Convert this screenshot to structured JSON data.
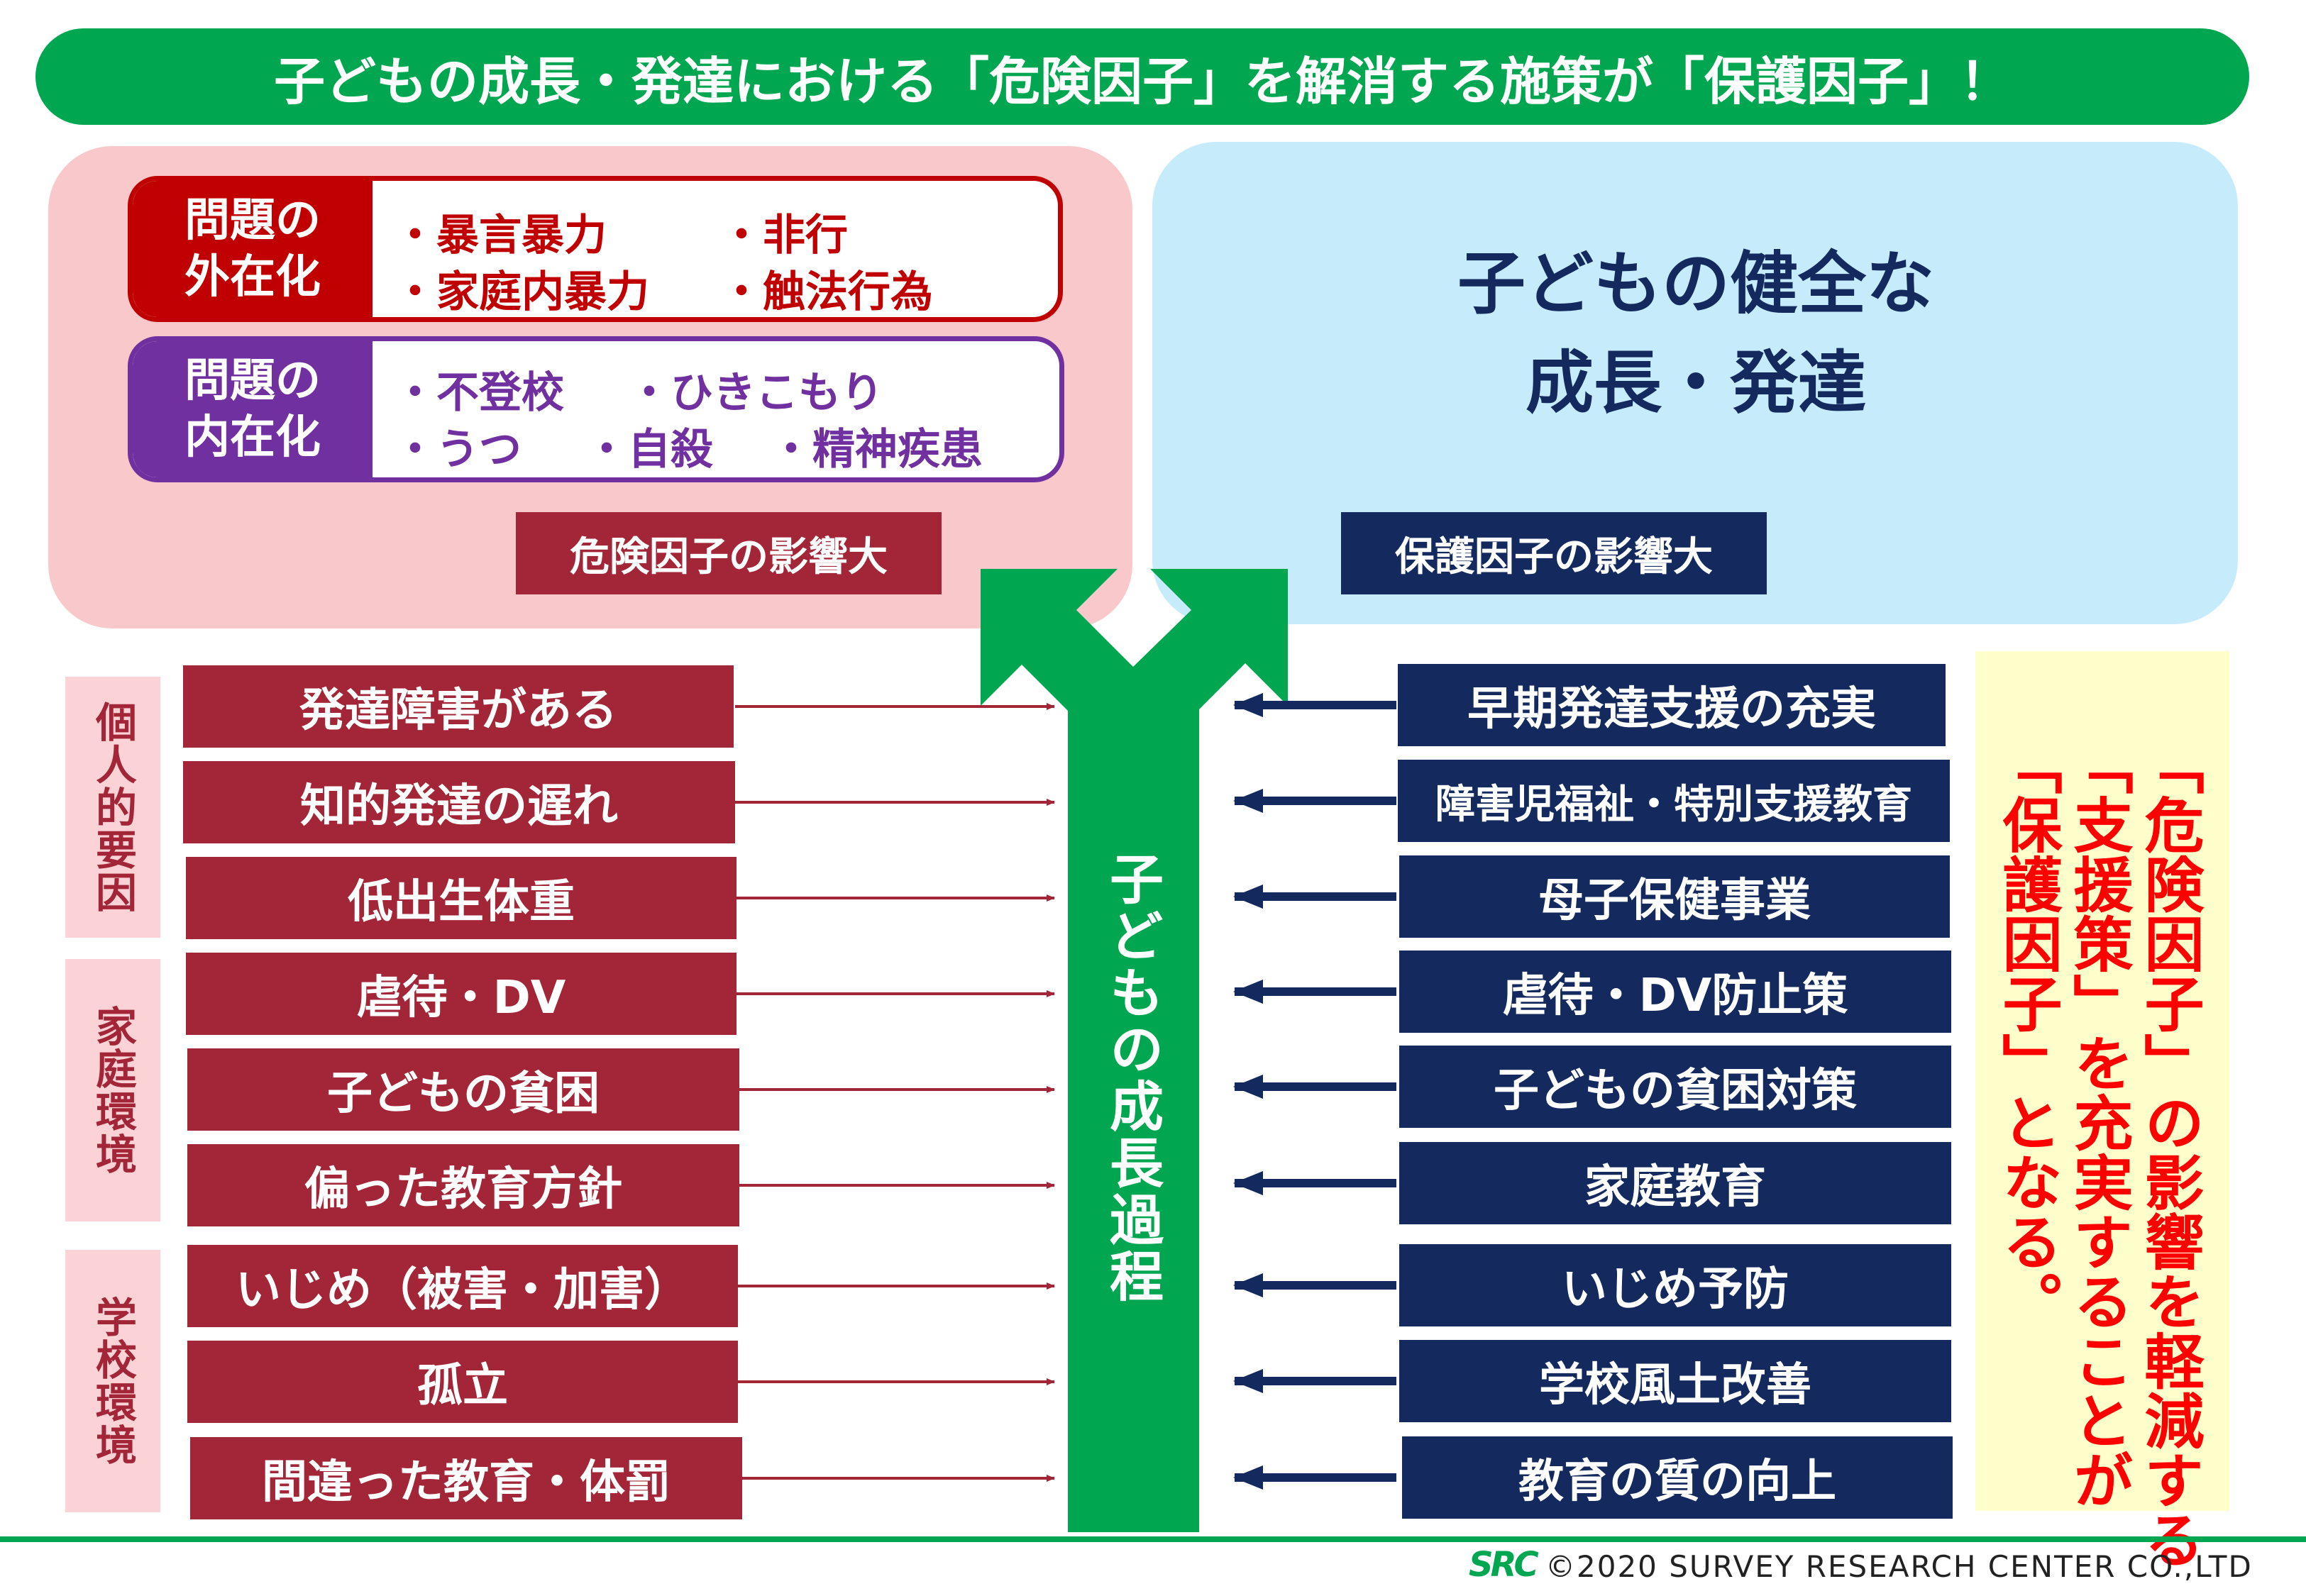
{
  "title": "子どもの成長・発達における「危険因子」を解消する施策が「保護因子」！",
  "externalizing": {
    "label": "問題の\n外在化",
    "items": [
      "・暴言暴力",
      "・非行",
      "・家庭内暴力",
      "・触法行為"
    ]
  },
  "internalizing": {
    "label": "問題の\n内在化",
    "items": [
      "・不登校",
      "・ひきこもり",
      "・うつ",
      "・自殺",
      "・精神疾患"
    ]
  },
  "risk_tag": "危険因子の影響大",
  "protect_tag": "保護因子の影響大",
  "health_title": "子どもの健全な\n成長・発達",
  "trunk_label": "子どもの成長過程",
  "categories": [
    "個人的要因",
    "家庭環境",
    "学校環境"
  ],
  "risk_factors": [
    "発達障害がある",
    "知的発達の遅れ",
    "低出生体重",
    "虐待・DV",
    "子どもの貧困",
    "偏った教育方針",
    "いじめ（被害・加害）",
    "孤立",
    "間違った教育・体罰"
  ],
  "protective_factors": [
    "早期発達支援の充実",
    "障害児福祉・特別支援教育",
    "母子保健事業",
    "虐待・DV防止策",
    "子どもの貧困対策",
    "家庭教育",
    "いじめ予防",
    "学校風土改善",
    "教育の質の向上"
  ],
  "callout": [
    "「危険因子」の影響を軽減する",
    "「支援策」を充実することが",
    "「保護因子」となる。"
  ],
  "footer": {
    "logo": "SRC",
    "copyright": "©2020  SURVEY  RESEARCH  CENTER  CO.,LTD"
  },
  "colors": {
    "green": "#00a650",
    "risk": "#a32638",
    "protect": "#14295e",
    "red": "#ff0000",
    "purple": "#7030a0"
  }
}
